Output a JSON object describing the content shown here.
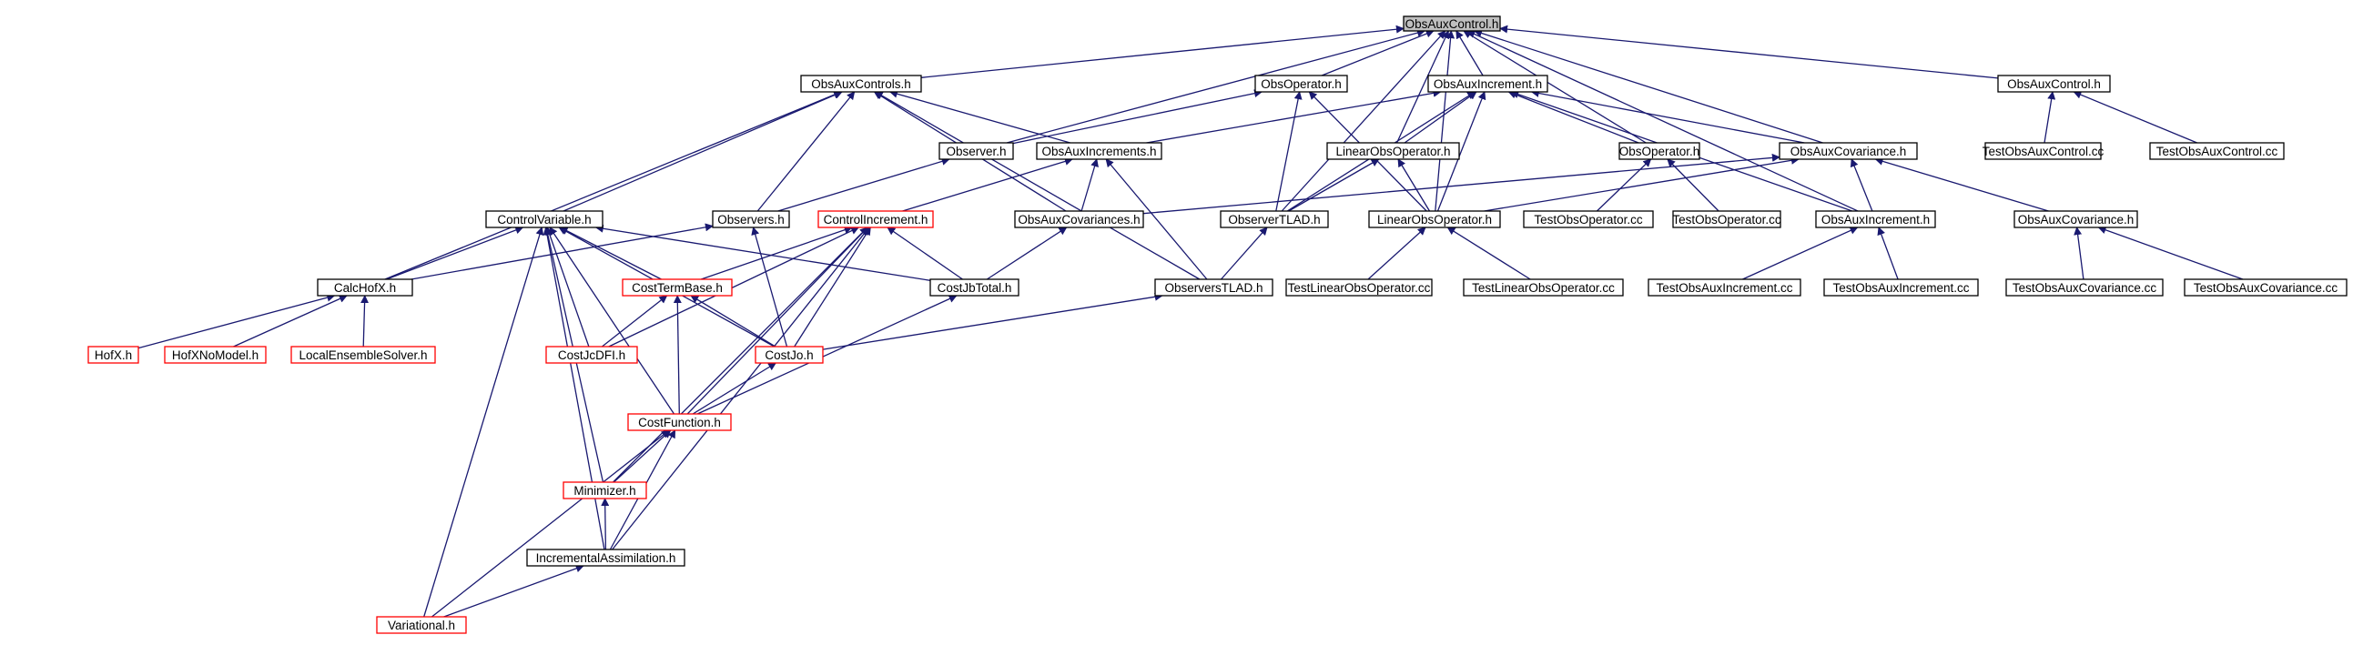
{
  "colors": {
    "edge": "#191970",
    "arrowhead": "#191970",
    "node_border_normal": "#000000",
    "node_border_truncated": "#ff0000",
    "root_fill": "#bfbfbf",
    "node_fill": "#ffffff"
  },
  "nodes": [
    {
      "id": "root",
      "label": "ObsAuxControl.h",
      "style": "root"
    },
    {
      "id": "obsauxcontrols",
      "label": "ObsAuxControls.h",
      "style": "normal"
    },
    {
      "id": "obsoperator",
      "label": "ObsOperator.h",
      "style": "normal"
    },
    {
      "id": "obsauxincrement",
      "label": "ObsAuxIncrement.h",
      "style": "normal"
    },
    {
      "id": "obsauxcontrol2",
      "label": "ObsAuxControl.h",
      "style": "normal"
    },
    {
      "id": "observer",
      "label": "Observer.h",
      "style": "normal"
    },
    {
      "id": "obsauxincrements",
      "label": "ObsAuxIncrements.h",
      "style": "normal"
    },
    {
      "id": "linearobsoperator",
      "label": "LinearObsOperator.h",
      "style": "normal"
    },
    {
      "id": "obsoperator2",
      "label": "ObsOperator.h",
      "style": "normal"
    },
    {
      "id": "obsauxcovariance",
      "label": "ObsAuxCovariance.h",
      "style": "normal"
    },
    {
      "id": "testobsauxcontrol1",
      "label": "TestObsAuxControl.cc",
      "style": "normal"
    },
    {
      "id": "testobsauxcontrol2",
      "label": "TestObsAuxControl.cc",
      "style": "normal"
    },
    {
      "id": "controlvariable",
      "label": "ControlVariable.h",
      "style": "normal"
    },
    {
      "id": "observers",
      "label": "Observers.h",
      "style": "normal"
    },
    {
      "id": "controlincrement",
      "label": "ControlIncrement.h",
      "style": "truncated"
    },
    {
      "id": "obsauxcovariances",
      "label": "ObsAuxCovariances.h",
      "style": "normal"
    },
    {
      "id": "observertlad",
      "label": "ObserverTLAD.h",
      "style": "normal"
    },
    {
      "id": "linearobsoperator2",
      "label": "LinearObsOperator.h",
      "style": "normal"
    },
    {
      "id": "testobsoperator1",
      "label": "TestObsOperator.cc",
      "style": "normal"
    },
    {
      "id": "testobsoperator2",
      "label": "TestObsOperator.cc",
      "style": "normal"
    },
    {
      "id": "obsauxincrement2",
      "label": "ObsAuxIncrement.h",
      "style": "normal"
    },
    {
      "id": "obsauxcovariance2",
      "label": "ObsAuxCovariance.h",
      "style": "normal"
    },
    {
      "id": "calchofx",
      "label": "CalcHofX.h",
      "style": "normal"
    },
    {
      "id": "costtermbase",
      "label": "CostTermBase.h",
      "style": "truncated"
    },
    {
      "id": "costjbtotal",
      "label": "CostJbTotal.h",
      "style": "normal"
    },
    {
      "id": "observerstlad",
      "label": "ObserversTLAD.h",
      "style": "normal"
    },
    {
      "id": "testlinearobsoperator1",
      "label": "TestLinearObsOperator.cc",
      "style": "normal"
    },
    {
      "id": "testlinearobsoperator2",
      "label": "TestLinearObsOperator.cc",
      "style": "normal"
    },
    {
      "id": "testobsauxincrement1",
      "label": "TestObsAuxIncrement.cc",
      "style": "normal"
    },
    {
      "id": "testobsauxincrement2",
      "label": "TestObsAuxIncrement.cc",
      "style": "normal"
    },
    {
      "id": "testobsauxcovariance1",
      "label": "TestObsAuxCovariance.cc",
      "style": "normal"
    },
    {
      "id": "testobsauxcovariance2",
      "label": "TestObsAuxCovariance.cc",
      "style": "normal"
    },
    {
      "id": "hofx",
      "label": "HofX.h",
      "style": "truncated"
    },
    {
      "id": "hofxnomodel",
      "label": "HofXNoModel.h",
      "style": "truncated"
    },
    {
      "id": "localensemblesolver",
      "label": "LocalEnsembleSolver.h",
      "style": "truncated"
    },
    {
      "id": "costjcdfi",
      "label": "CostJcDFI.h",
      "style": "truncated"
    },
    {
      "id": "costjo",
      "label": "CostJo.h",
      "style": "truncated"
    },
    {
      "id": "costfunction",
      "label": "CostFunction.h",
      "style": "truncated"
    },
    {
      "id": "minimizer",
      "label": "Minimizer.h",
      "style": "truncated"
    },
    {
      "id": "incrementalassimilation",
      "label": "IncrementalAssimilation.h",
      "style": "normal"
    },
    {
      "id": "variational",
      "label": "Variational.h",
      "style": "truncated"
    }
  ],
  "edges": [
    {
      "from": "obsauxcontrols",
      "to": "root"
    },
    {
      "from": "obsoperator",
      "to": "root"
    },
    {
      "from": "obsauxincrement",
      "to": "root"
    },
    {
      "from": "obsauxcontrol2",
      "to": "root"
    },
    {
      "from": "observer",
      "to": "root"
    },
    {
      "from": "linearobsoperator",
      "to": "root"
    },
    {
      "from": "obsoperator2",
      "to": "root"
    },
    {
      "from": "obsauxcovariance",
      "to": "root"
    },
    {
      "from": "observertlad",
      "to": "root"
    },
    {
      "from": "linearobsoperator2",
      "to": "root"
    },
    {
      "from": "obsauxincrement2",
      "to": "root"
    },
    {
      "from": "controlvariable",
      "to": "obsauxcontrols"
    },
    {
      "from": "observers",
      "to": "obsauxcontrols"
    },
    {
      "from": "obsauxincrements",
      "to": "obsauxcontrols"
    },
    {
      "from": "obsauxcovariances",
      "to": "obsauxcontrols"
    },
    {
      "from": "calchofx",
      "to": "obsauxcontrols"
    },
    {
      "from": "observerstlad",
      "to": "obsauxcontrols"
    },
    {
      "from": "observer",
      "to": "obsoperator"
    },
    {
      "from": "observertlad",
      "to": "obsoperator"
    },
    {
      "from": "linearobsoperator2",
      "to": "obsoperator"
    },
    {
      "from": "obsauxincrements",
      "to": "obsauxincrement"
    },
    {
      "from": "linearobsoperator",
      "to": "obsauxincrement"
    },
    {
      "from": "obsauxcovariance",
      "to": "obsauxincrement"
    },
    {
      "from": "obsauxincrement2",
      "to": "obsauxincrement"
    },
    {
      "from": "linearobsoperator2",
      "to": "obsauxincrement"
    },
    {
      "from": "observertlad",
      "to": "obsauxincrement"
    },
    {
      "from": "obsoperator2",
      "to": "obsauxincrement"
    },
    {
      "from": "testobsauxcontrol1",
      "to": "obsauxcontrol2"
    },
    {
      "from": "testobsauxcontrol2",
      "to": "obsauxcontrol2"
    },
    {
      "from": "observers",
      "to": "observer"
    },
    {
      "from": "controlincrement",
      "to": "obsauxincrements"
    },
    {
      "from": "obsauxcovariances",
      "to": "obsauxincrements"
    },
    {
      "from": "observerstlad",
      "to": "obsauxincrements"
    },
    {
      "from": "observertlad",
      "to": "linearobsoperator"
    },
    {
      "from": "linearobsoperator2",
      "to": "linearobsoperator"
    },
    {
      "from": "testobsoperator1",
      "to": "obsoperator2"
    },
    {
      "from": "testobsoperator2",
      "to": "obsoperator2"
    },
    {
      "from": "obsauxcovariances",
      "to": "obsauxcovariance"
    },
    {
      "from": "obsauxincrement2",
      "to": "obsauxcovariance"
    },
    {
      "from": "obsauxcovariance2",
      "to": "obsauxcovariance"
    },
    {
      "from": "linearobsoperator2",
      "to": "obsauxcovariance"
    },
    {
      "from": "calchofx",
      "to": "controlvariable"
    },
    {
      "from": "costjcdfi",
      "to": "controlvariable"
    },
    {
      "from": "costjo",
      "to": "controlvariable"
    },
    {
      "from": "costtermbase",
      "to": "controlvariable"
    },
    {
      "from": "costjbtotal",
      "to": "controlvariable"
    },
    {
      "from": "costfunction",
      "to": "controlvariable"
    },
    {
      "from": "minimizer",
      "to": "controlvariable"
    },
    {
      "from": "incrementalassimilation",
      "to": "controlvariable"
    },
    {
      "from": "variational",
      "to": "controlvariable"
    },
    {
      "from": "calchofx",
      "to": "observers"
    },
    {
      "from": "costjo",
      "to": "observers"
    },
    {
      "from": "costtermbase",
      "to": "controlincrement"
    },
    {
      "from": "costjbtotal",
      "to": "controlincrement"
    },
    {
      "from": "costjcdfi",
      "to": "controlincrement"
    },
    {
      "from": "costjo",
      "to": "controlincrement"
    },
    {
      "from": "costfunction",
      "to": "controlincrement"
    },
    {
      "from": "minimizer",
      "to": "controlincrement"
    },
    {
      "from": "incrementalassimilation",
      "to": "controlincrement"
    },
    {
      "from": "costjbtotal",
      "to": "obsauxcovariances"
    },
    {
      "from": "observerstlad",
      "to": "observertlad"
    },
    {
      "from": "testlinearobsoperator1",
      "to": "linearobsoperator2"
    },
    {
      "from": "testlinearobsoperator2",
      "to": "linearobsoperator2"
    },
    {
      "from": "testobsauxincrement1",
      "to": "obsauxincrement2"
    },
    {
      "from": "testobsauxincrement2",
      "to": "obsauxincrement2"
    },
    {
      "from": "testobsauxcovariance1",
      "to": "obsauxcovariance2"
    },
    {
      "from": "testobsauxcovariance2",
      "to": "obsauxcovariance2"
    },
    {
      "from": "hofx",
      "to": "calchofx"
    },
    {
      "from": "hofxnomodel",
      "to": "calchofx"
    },
    {
      "from": "localensemblesolver",
      "to": "calchofx"
    },
    {
      "from": "costjcdfi",
      "to": "costtermbase"
    },
    {
      "from": "costjo",
      "to": "costtermbase"
    },
    {
      "from": "costfunction",
      "to": "costtermbase"
    },
    {
      "from": "costfunction",
      "to": "costjbtotal"
    },
    {
      "from": "costjo",
      "to": "observerstlad"
    },
    {
      "from": "costfunction",
      "to": "costjo"
    },
    {
      "from": "minimizer",
      "to": "costfunction"
    },
    {
      "from": "incrementalassimilation",
      "to": "costfunction"
    },
    {
      "from": "variational",
      "to": "costfunction"
    },
    {
      "from": "incrementalassimilation",
      "to": "minimizer"
    },
    {
      "from": "variational",
      "to": "incrementalassimilation"
    }
  ]
}
